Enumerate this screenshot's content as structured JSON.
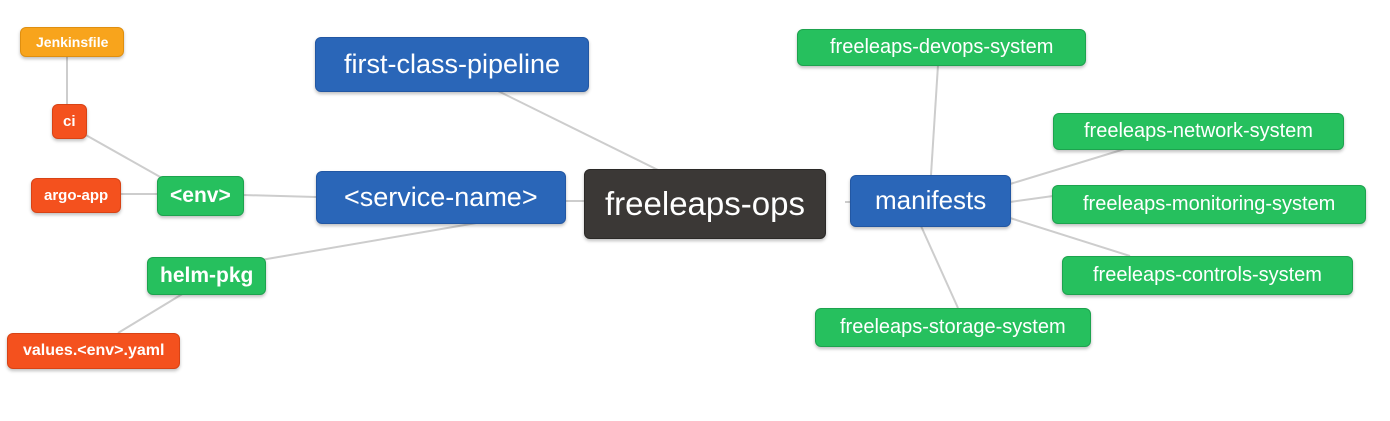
{
  "diagram": {
    "type": "mindmap",
    "background": "#ffffff",
    "edge_color": "#cdcdcd",
    "colors": {
      "blue": "#2a66b8",
      "green": "#26c05e",
      "orange": "#f8a41c",
      "red": "#f4511e",
      "dark": "#3b3836"
    },
    "nodes": {
      "root": {
        "label": "freeleaps-ops",
        "color": "#3b3836"
      },
      "pipeline": {
        "label": "first-class-pipeline",
        "color": "#2a66b8"
      },
      "service": {
        "label": "<service-name>",
        "color": "#2a66b8"
      },
      "manifests": {
        "label": "manifests",
        "color": "#2a66b8"
      },
      "env": {
        "label": "<env>",
        "color": "#26c05e"
      },
      "helm_pkg": {
        "label": "helm-pkg",
        "color": "#26c05e"
      },
      "ci": {
        "label": "ci",
        "color": "#f4511e"
      },
      "argo_app": {
        "label": "argo-app",
        "color": "#f4511e"
      },
      "jenkinsfile": {
        "label": "Jenkinsfile",
        "color": "#f8a41c"
      },
      "values_yaml": {
        "label": "values.<env>.yaml",
        "color": "#f4511e"
      },
      "devops": {
        "label": "freeleaps-devops-system",
        "color": "#26c05e"
      },
      "network": {
        "label": "freeleaps-network-system",
        "color": "#26c05e"
      },
      "monitoring": {
        "label": "freeleaps-monitoring-system",
        "color": "#26c05e"
      },
      "controls": {
        "label": "freeleaps-controls-system",
        "color": "#26c05e"
      },
      "storage": {
        "label": "freeleaps-storage-system",
        "color": "#26c05e"
      }
    },
    "edges": [
      {
        "from": "jenkinsfile",
        "to": "ci"
      },
      {
        "from": "ci",
        "to": "env"
      },
      {
        "from": "argo_app",
        "to": "env"
      },
      {
        "from": "env",
        "to": "service"
      },
      {
        "from": "helm_pkg",
        "to": "service"
      },
      {
        "from": "values_yaml",
        "to": "helm_pkg"
      },
      {
        "from": "pipeline",
        "to": "root"
      },
      {
        "from": "service",
        "to": "root"
      },
      {
        "from": "root",
        "to": "manifests"
      },
      {
        "from": "devops",
        "to": "manifests"
      },
      {
        "from": "manifests",
        "to": "network"
      },
      {
        "from": "manifests",
        "to": "monitoring"
      },
      {
        "from": "manifests",
        "to": "controls"
      },
      {
        "from": "manifests",
        "to": "storage"
      }
    ]
  }
}
